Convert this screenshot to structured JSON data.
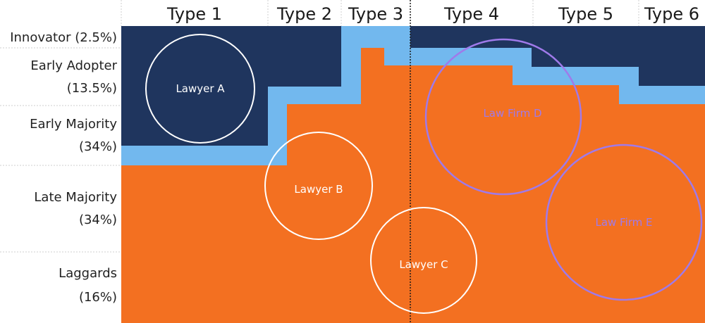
{
  "columns": [
    "Type 1",
    "Type 2",
    "Type 3",
    "Type 4",
    "Type 5",
    "Type 6"
  ],
  "rows": [
    {
      "lines": [
        "Innovator (2.5%)"
      ]
    },
    {
      "lines": [
        "Early Adopter",
        "(13.5%)"
      ]
    },
    {
      "lines": [
        "Early Majority",
        "(34%)"
      ]
    },
    {
      "lines": [
        "Late Majority",
        "(34%)"
      ]
    },
    {
      "lines": [
        "Laggards",
        "(16%)"
      ]
    }
  ],
  "entities": [
    {
      "label": "Lawyer A",
      "style": "white"
    },
    {
      "label": "Lawyer B",
      "style": "white"
    },
    {
      "label": "Lawyer C",
      "style": "white"
    },
    {
      "label": "Law Firm D",
      "style": "purple"
    },
    {
      "label": "Law Firm E",
      "style": "purple"
    }
  ],
  "colors": {
    "navy": "#1f355e",
    "light_blue": "#72b8ee",
    "orange": "#f37021",
    "circle_white": "#ffffff",
    "circle_purple": "#9f7aea",
    "guide": "#c8c8c8"
  }
}
